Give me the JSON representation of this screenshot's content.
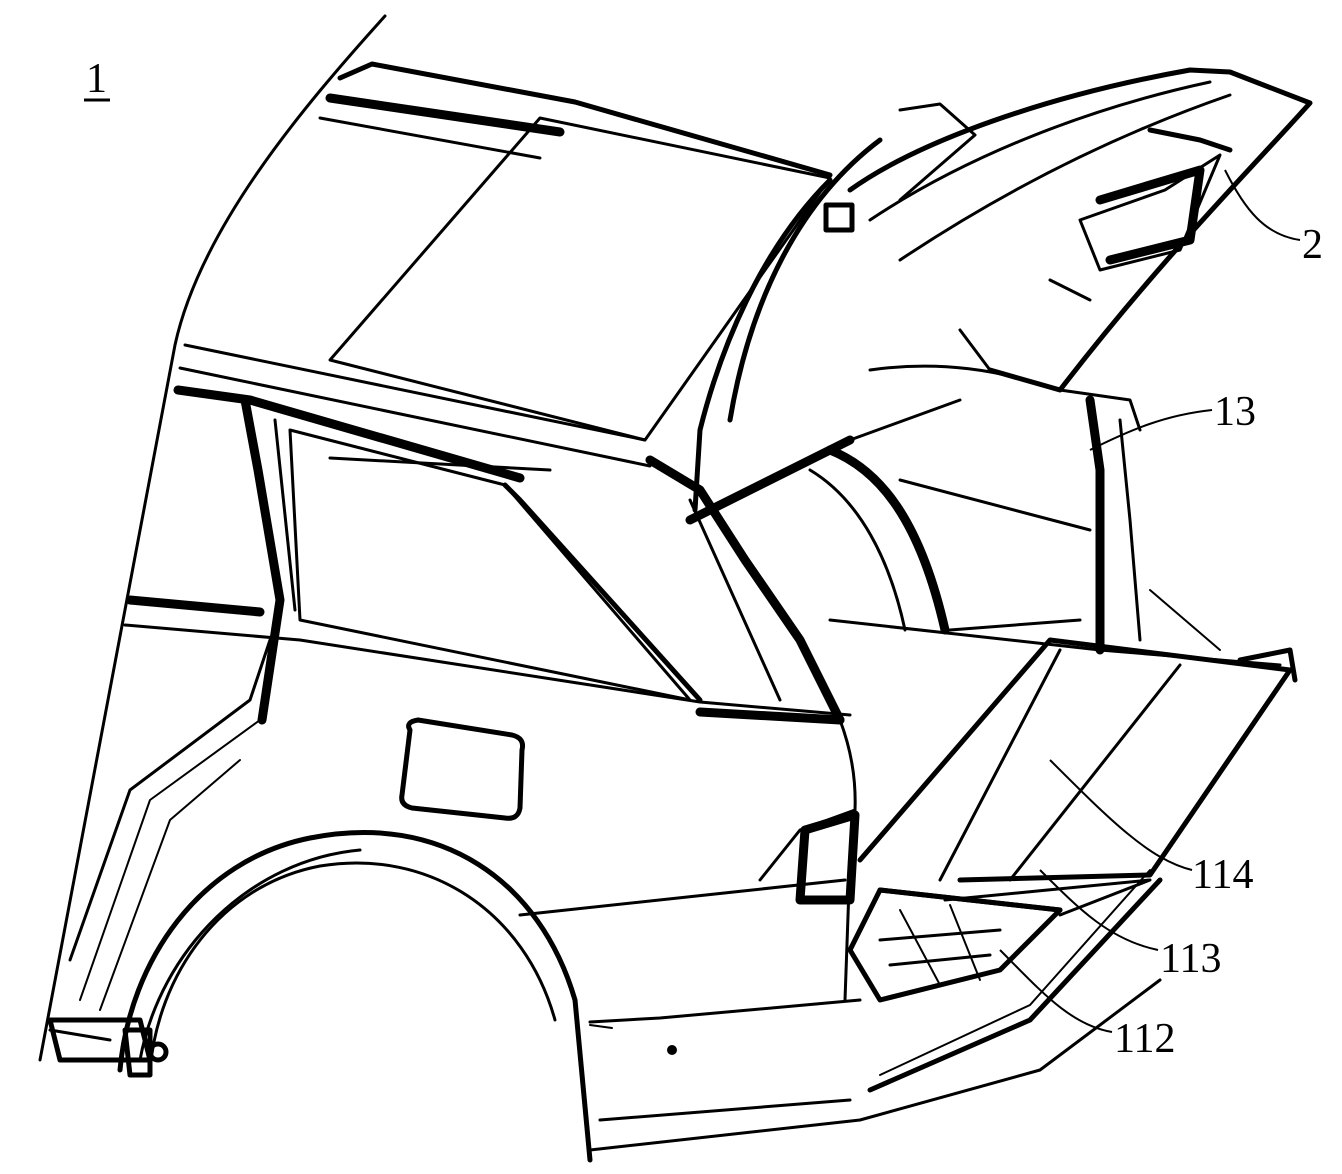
{
  "figure": {
    "figure_number": "1",
    "reference_labels": [
      {
        "id": "tailgate",
        "text": "2"
      },
      {
        "id": "hinge-frame",
        "text": "13"
      },
      {
        "id": "panel-upper",
        "text": "114"
      },
      {
        "id": "panel-lower",
        "text": "113"
      },
      {
        "id": "floor-tray",
        "text": "112"
      }
    ]
  },
  "colors": {
    "line": "#000000",
    "background": "#ffffff"
  }
}
